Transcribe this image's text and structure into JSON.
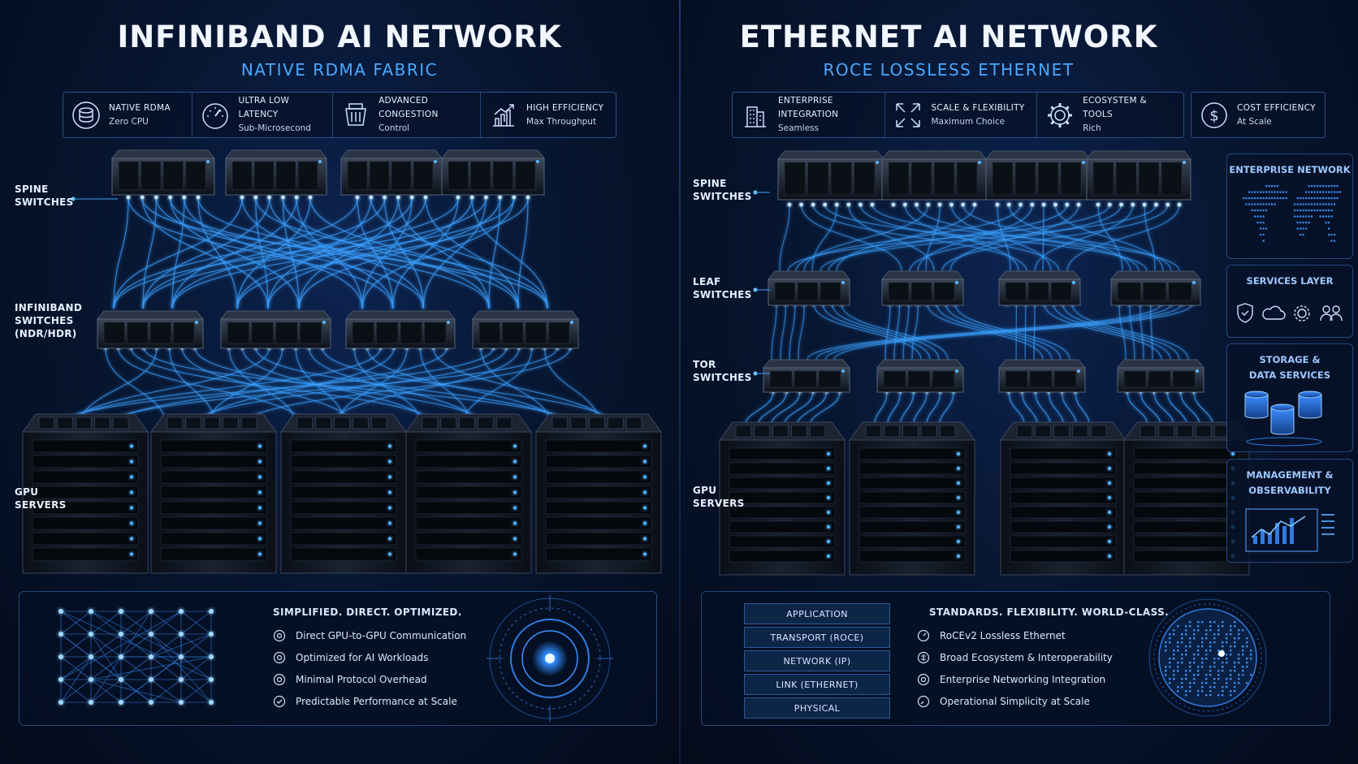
{
  "left": {
    "title": "INFINIBAND AI NETWORK",
    "subtitle": "NATIVE RDMA FABRIC",
    "features": [
      {
        "icon": "database-icon",
        "title": "Native RDMA",
        "sub": "Zero CPU"
      },
      {
        "icon": "gauge-icon",
        "title": "Ultra Low Latency",
        "sub": "Sub-Microsecond"
      },
      {
        "icon": "congestion-icon",
        "title": "Advanced Congestion",
        "sub": "Control"
      },
      {
        "icon": "bar-growth-icon",
        "title": "High Efficiency",
        "sub": "Max Throughput"
      }
    ],
    "labels": {
      "spine": [
        "SPINE",
        "SWITCHES"
      ],
      "ib": [
        "INFINIBAND",
        "SWITCHES",
        "(NDR/HDR)"
      ],
      "gpu": [
        "GPU",
        "SERVERS"
      ]
    },
    "bottom": {
      "heading": "SIMPLIFIED. DIRECT. OPTIMIZED.",
      "items": [
        "Direct GPU-to-GPU Communication",
        "Optimized for AI Workloads",
        "Minimal Protocol Overhead",
        "Predictable Performance at Scale"
      ]
    }
  },
  "right": {
    "title": "ETHERNET AI NETWORK",
    "subtitle": "ROCE LOSSLESS ETHERNET",
    "features": [
      {
        "icon": "building-icon",
        "title": "Enterprise Integration",
        "sub": "Seamless"
      },
      {
        "icon": "expand-icon",
        "title": "Scale & Flexibility",
        "sub": "Maximum Choice"
      },
      {
        "icon": "gear-icon",
        "title": "Ecosystem & Tools",
        "sub": "Rich"
      },
      {
        "icon": "dollar-icon",
        "title": "Cost Efficiency",
        "sub": "At Scale"
      }
    ],
    "labels": {
      "spine": [
        "SPINE",
        "SWITCHES"
      ],
      "leaf": [
        "LEAF",
        "SWITCHES"
      ],
      "tor": [
        "TOR",
        "SWITCHES"
      ],
      "gpu": [
        "GPU",
        "SERVERS"
      ]
    },
    "side_panels": [
      {
        "title": "ENTERPRISE NETWORK"
      },
      {
        "title": "SERVICES LAYER"
      },
      {
        "title": "STORAGE & DATA SERVICES"
      },
      {
        "title": "MANAGEMENT & OBSERVABILITY"
      }
    ],
    "stack_layers": [
      "APPLICATION",
      "TRANSPORT (ROCE)",
      "NETWORK (IP)",
      "LINK (ETHERNET)",
      "PHYSICAL"
    ],
    "bottom": {
      "heading": "STANDARDS. FLEXIBILITY. WORLD-CLASS.",
      "items": [
        "RoCEv2 Lossless Ethernet",
        "Broad Ecosystem & Interoperability",
        "Enterprise Networking Integration",
        "Operational Simplicity at Scale"
      ]
    }
  },
  "colors": {
    "accent": "#3aa0ff",
    "glow": "#6fc6ff",
    "background": "#061230"
  }
}
